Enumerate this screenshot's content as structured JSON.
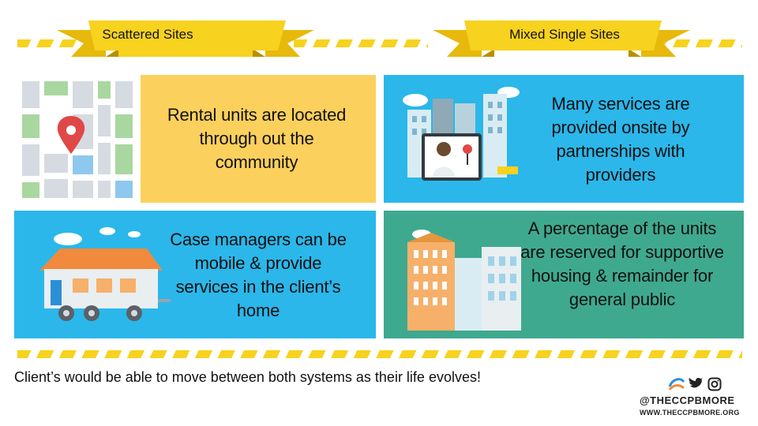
{
  "headers": {
    "left": "Scattered Sites",
    "right": "Mixed Single Sites"
  },
  "panels": {
    "top_left": "Rental units are located through out the community",
    "top_right": "Many services are provided onsite by partnerships with providers",
    "bottom_left": "Case managers can be mobile & provide services in the client’s home",
    "bottom_right": "A percentage of the units are reserved for supportive housing & remainder for general public"
  },
  "footer": {
    "text": "Client’s would be able to move between both systems as their life evolves!"
  },
  "social": {
    "handle": "@THECCPBMORE",
    "url": "WWW.THECCPBMORE.ORG",
    "icons": [
      "logo-icon",
      "twitter-icon",
      "instagram-icon"
    ]
  },
  "colors": {
    "yellow_panel": "#fbd05c",
    "blue_panel": "#2bb7ea",
    "green_panel": "#3fa98f",
    "ribbon": "#f7d21e"
  }
}
